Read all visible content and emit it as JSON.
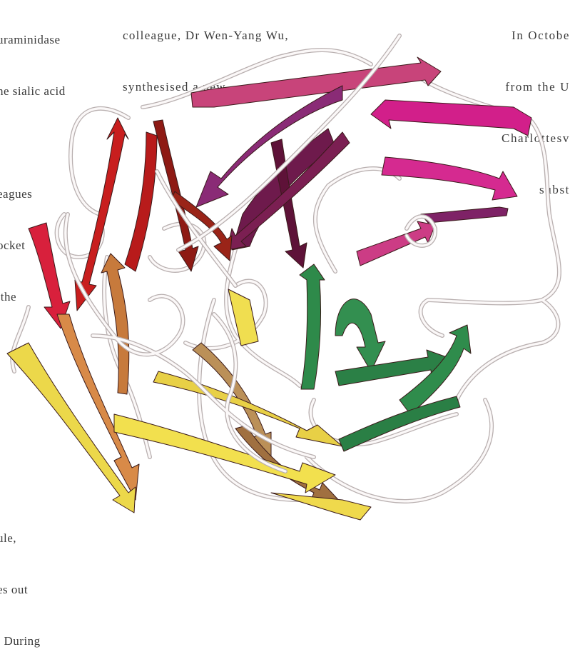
{
  "left_column": {
    "lines": [
      "uraminidase",
      "he sialic acid",
      "",
      "eagues",
      "ocket",
      " the",
      "",
      "",
      "",
      "",
      "",
      "",
      "",
      "",
      "",
      "",
      "",
      "",
      "",
      "",
      "",
      "",
      "",
      "",
      "",
      "",
      ",",
      "ule,",
      "es out",
      ", During"
    ]
  },
  "center_column": {
    "lines": [
      "colleague, Dr Wen-Yang Wu,",
      "synthesised a new"
    ]
  },
  "right_column": {
    "lines": [
      "In Octobe",
      "from the U",
      "Charlottesv",
      "subst"
    ]
  },
  "figure": {
    "subject": "protein ribbon diagram",
    "strand_colors": {
      "red": "#c81e1e",
      "dark_red": "#8e1a14",
      "crimson": "#d8203c",
      "orange": "#d88a48",
      "tan": "#bb9058",
      "yellow": "#ecd84a",
      "pink_rose": "#c8447a",
      "magenta": "#d21f8a",
      "purple": "#7e2266",
      "green": "#2e8a4a",
      "loop": "#d5cccc"
    }
  }
}
